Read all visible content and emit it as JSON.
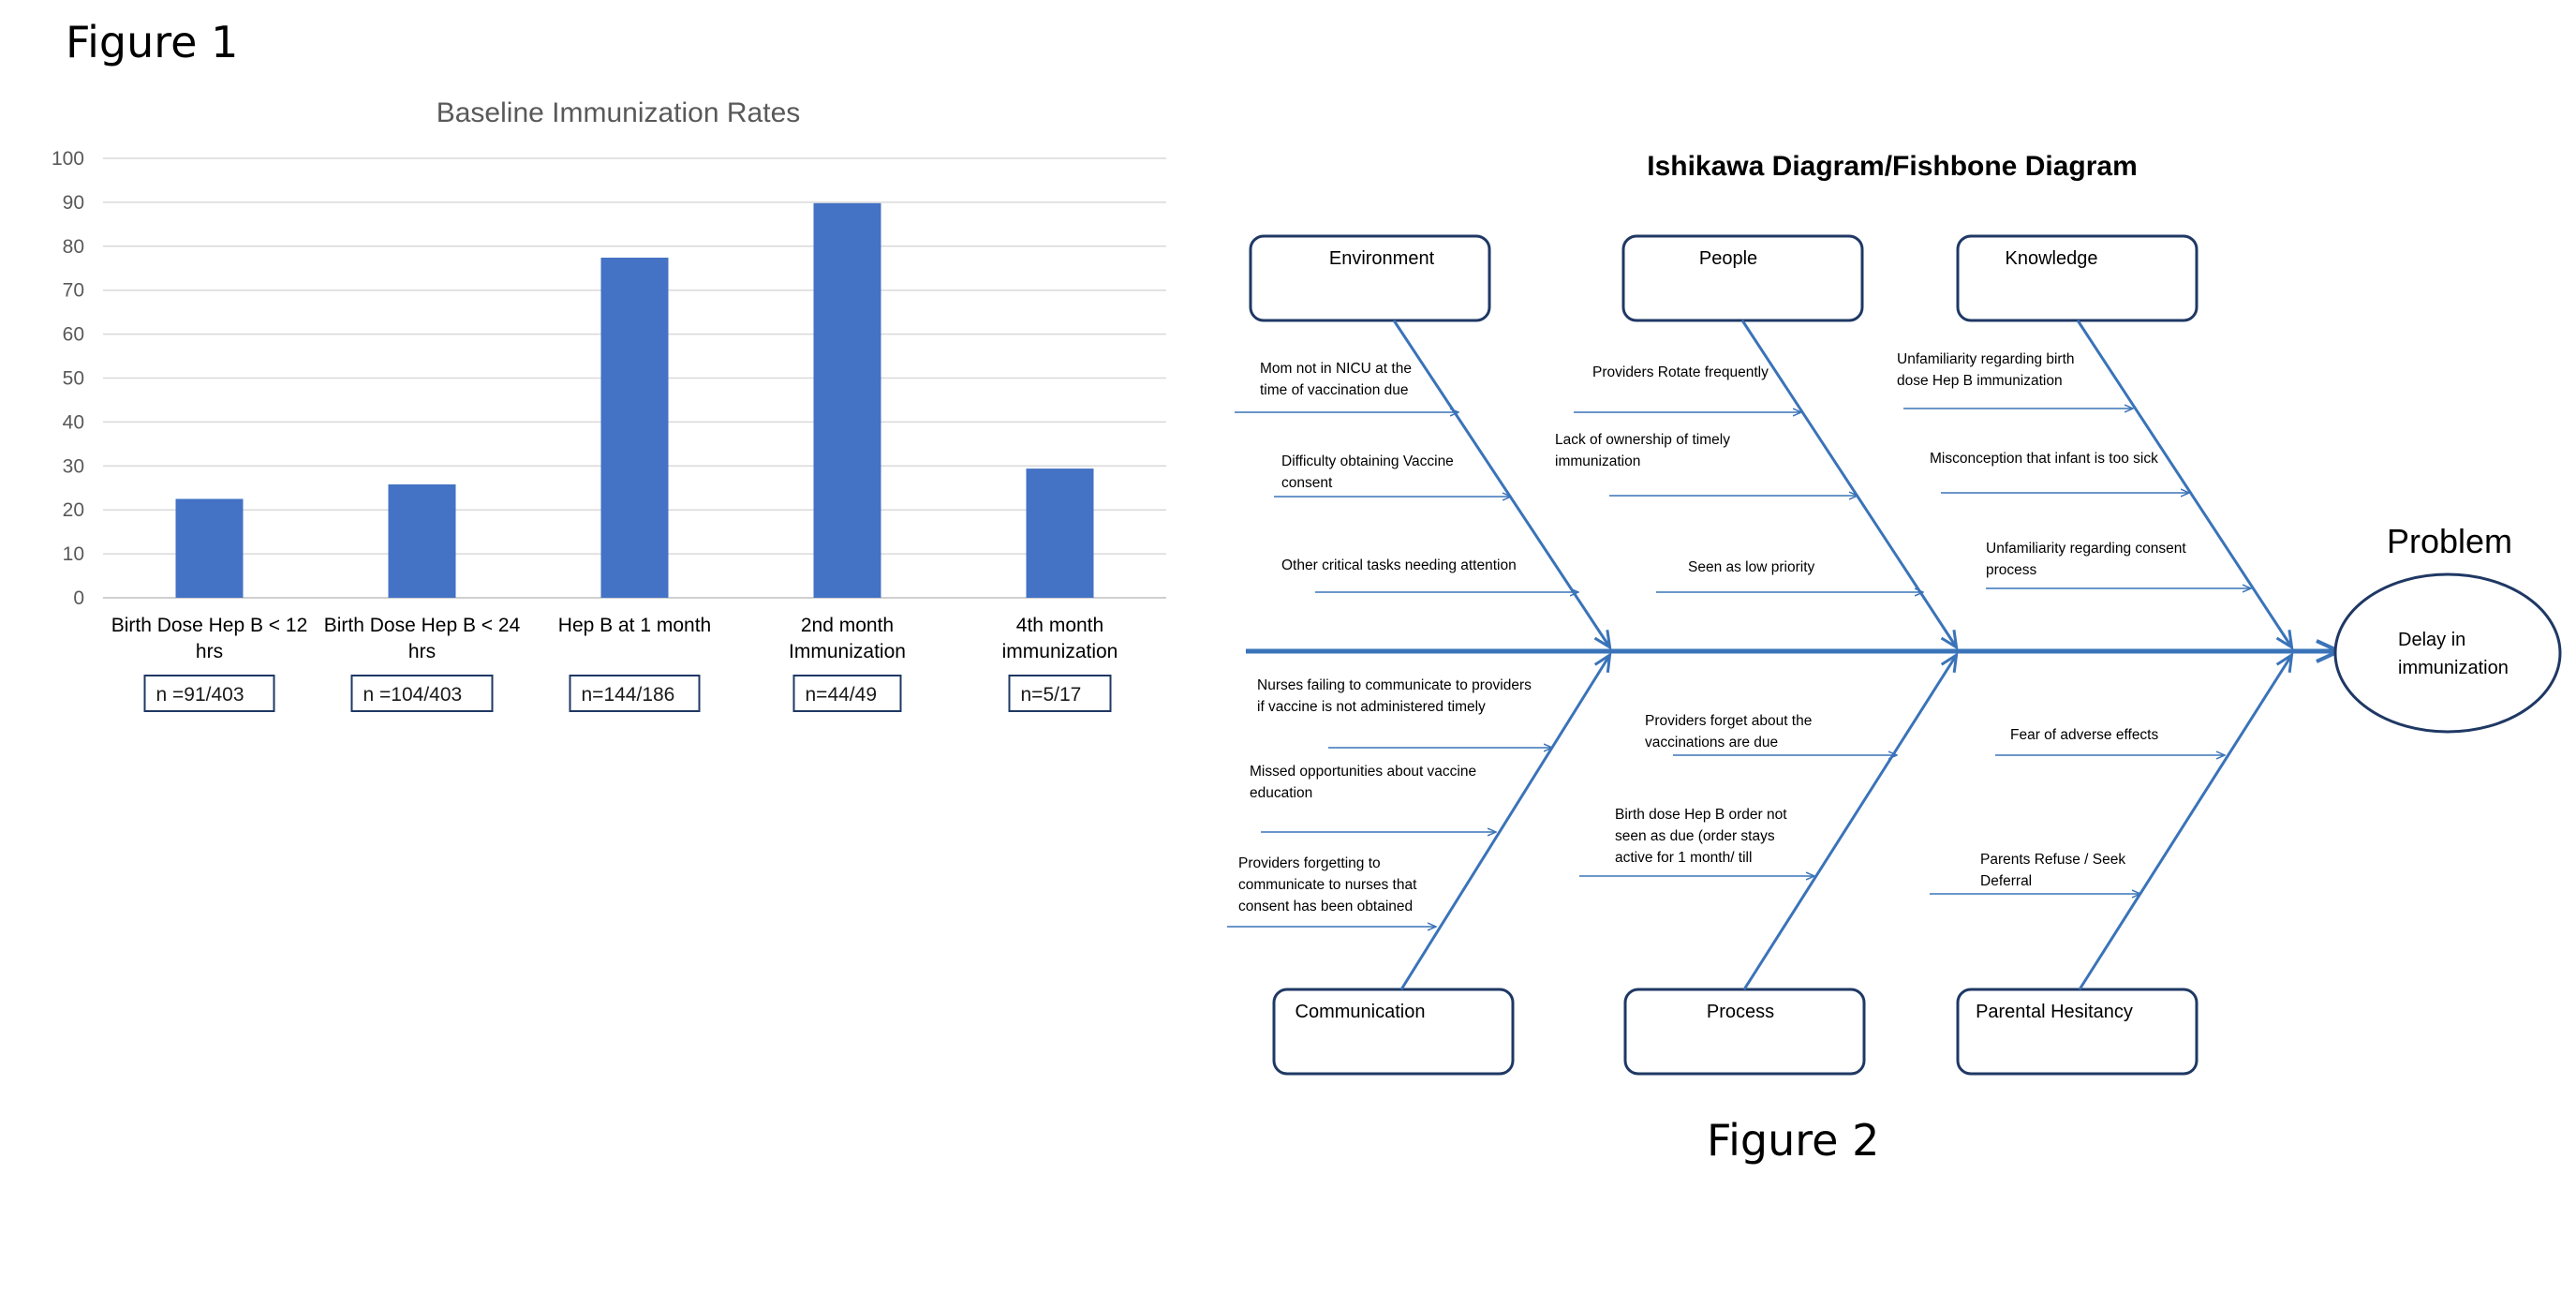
{
  "figure1": {
    "label": "Figure 1",
    "n_labels": [
      "n =91/403",
      "n =104/403",
      "n=144/186",
      "n=44/49",
      "n=5/17"
    ]
  },
  "figure2": {
    "label": "Figure 2",
    "title": "Ishikawa Diagram/Fishbone Diagram",
    "problem_label": "Problem",
    "problem_text": [
      "Delay in",
      "immunization"
    ],
    "categories": {
      "environment": "Environment",
      "people": "People",
      "knowledge": "Knowledge",
      "communication": "Communication",
      "process": "Process",
      "parental": "Parental Hesitancy"
    },
    "causes": {
      "environment": [
        [
          "Mom not in NICU at the",
          "time of vaccination due"
        ],
        [
          "Difficulty obtaining Vaccine",
          "consent"
        ],
        [
          "Other critical tasks needing attention"
        ]
      ],
      "people": [
        [
          "Providers Rotate frequently"
        ],
        [
          "Lack of ownership of timely",
          "immunization"
        ],
        [
          "Seen as low priority"
        ]
      ],
      "knowledge": [
        [
          "Unfamiliarity regarding birth",
          "dose Hep B immunization"
        ],
        [
          "Misconception that infant is too sick"
        ],
        [
          "Unfamiliarity regarding consent",
          "process"
        ]
      ],
      "communication": [
        [
          "Nurses failing to communicate to providers",
          "if vaccine is not administered timely"
        ],
        [
          "Missed opportunities about vaccine",
          "education"
        ],
        [
          "Providers forgetting to",
          "communicate to nurses that",
          "consent has been obtained"
        ]
      ],
      "process": [
        [
          "Providers forget about the",
          "vaccinations are due"
        ],
        [
          "Birth dose Hep B order not",
          "seen as due (order stays",
          "active for 1 month/ till"
        ]
      ],
      "parental": [
        [
          "Fear of adverse effects"
        ],
        [
          "Parents Refuse / Seek",
          "Deferral"
        ]
      ]
    }
  },
  "chart_data": {
    "type": "bar",
    "title": "Baseline Immunization Rates",
    "categories": [
      [
        "Birth Dose Hep B < 12",
        "hrs"
      ],
      [
        "Birth Dose Hep B < 24",
        "hrs"
      ],
      [
        "Hep B at 1 month"
      ],
      [
        "2nd month",
        "Immunization"
      ],
      [
        "4th month",
        "immunization"
      ]
    ],
    "values": [
      22.5,
      25.8,
      77.4,
      89.8,
      29.4
    ],
    "ylim": [
      0,
      100
    ],
    "yticks": [
      0,
      10,
      20,
      30,
      40,
      50,
      60,
      70,
      80,
      90,
      100
    ],
    "grid": true,
    "bar_color": "#4472C4"
  },
  "colors": {
    "fishbone": "#3A73B8",
    "box": "#2F5597",
    "grid": "#D9D9D9",
    "axis_text": "#595959"
  }
}
